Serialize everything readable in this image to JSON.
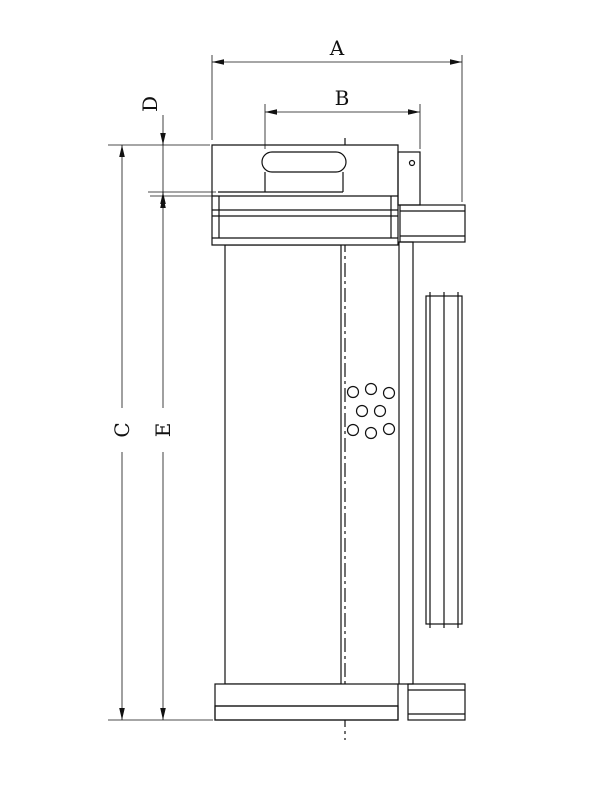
{
  "dimension_labels": {
    "a": "A",
    "b": "B",
    "c": "C",
    "d": "D",
    "e": "E"
  },
  "style": {
    "line_color": "#111111",
    "background_color": "#ffffff"
  }
}
